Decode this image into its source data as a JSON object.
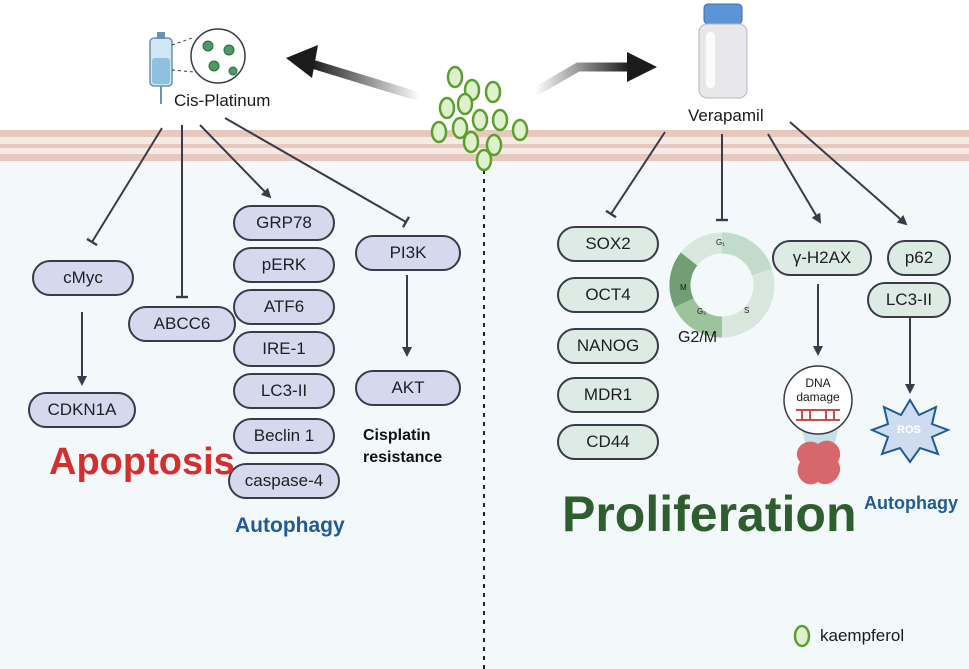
{
  "colors": {
    "membrane_outer": "#e7c8bd",
    "membrane_inner": "#f6eae4",
    "background_lower": "#f3f9fb",
    "left_node_fill": "#d4d9ee",
    "right_node_fill": "#dcebe4",
    "apoptosis": "#d32f2f",
    "autophagy": "#1f5b94",
    "proliferation": "#2e5e2e",
    "kaempferol": "#5aa02c",
    "arrow": "#3a3a48"
  },
  "drugs": {
    "left": {
      "name": "Cis-Platinum",
      "icon": "iv-drip-bag-icon"
    },
    "right": {
      "name": "Verapamil",
      "icon": "pill-bottle-icon"
    }
  },
  "left_nodes": {
    "cmyc": "cMyc",
    "cdkn1a": "CDKN1A",
    "abcc6": "ABCC6",
    "grp78": "GRP78",
    "perk": "pERK",
    "atf6": "ATF6",
    "ire1": "IRE-1",
    "lc3ii": "LC3-II",
    "beclin1": "Beclin 1",
    "caspase4": "caspase-4",
    "pi3k": "PI3K",
    "akt": "AKT"
  },
  "right_nodes": {
    "sox2": "SOX2",
    "oct4": "OCT4",
    "nanog": "NANOG",
    "mdr1": "MDR1",
    "cd44": "CD44",
    "h2ax": "γ-H2AX",
    "p62": "p62",
    "lc3ii": "LC3-II"
  },
  "cell_cycle": {
    "phases": [
      "G₁",
      "S",
      "G₂",
      "M"
    ],
    "label": "G2/M"
  },
  "dna_damage": {
    "line1": "DNA",
    "line2": "damage"
  },
  "ros": "ROS",
  "outcomes": {
    "apoptosis": "Apoptosis",
    "autophagy_left": "Autophagy",
    "cisplatin_line1": "Cisplatin",
    "cisplatin_line2": "resistance",
    "proliferation": "Proliferation",
    "autophagy_right": "Autophagy"
  },
  "legend": {
    "label": "kaempferol"
  }
}
